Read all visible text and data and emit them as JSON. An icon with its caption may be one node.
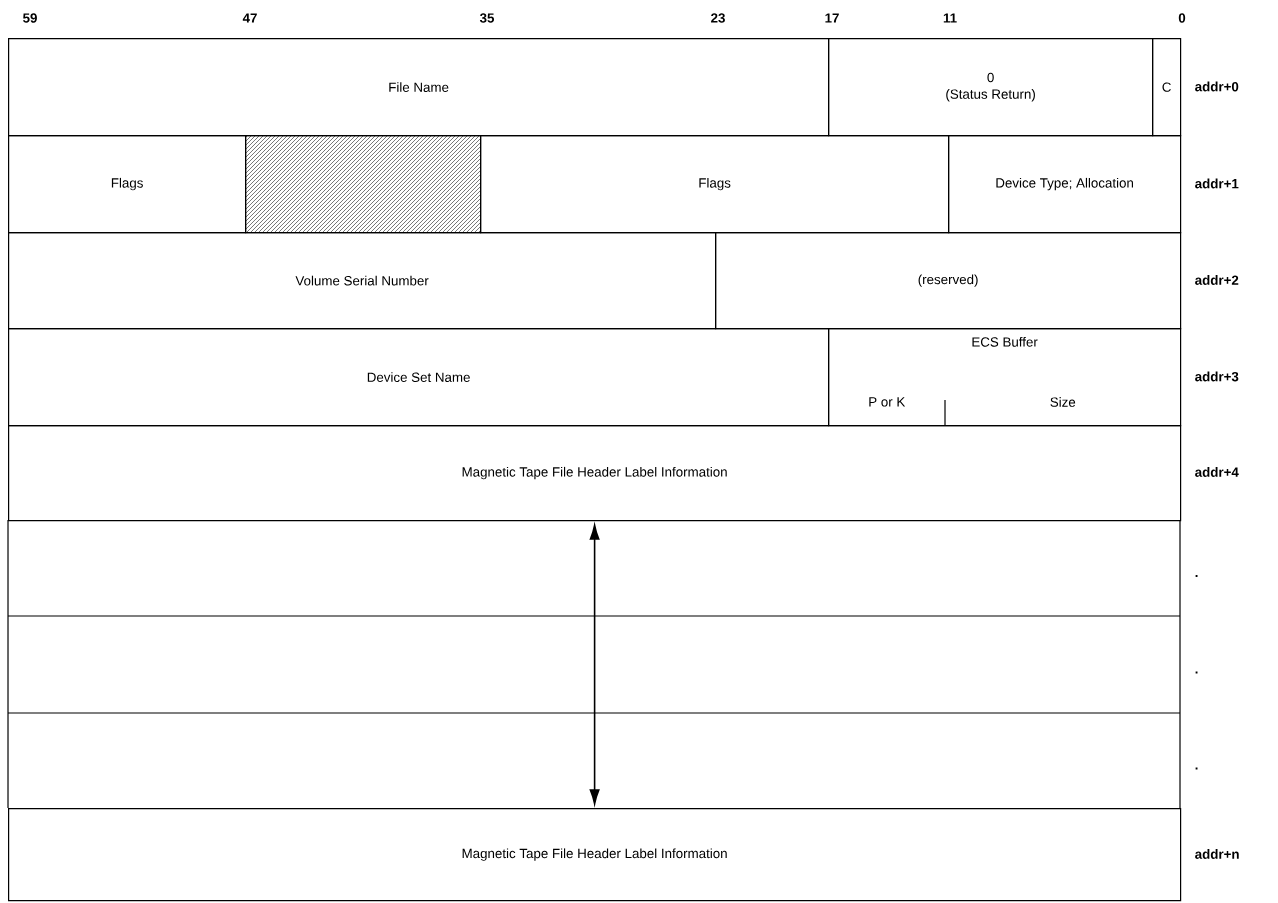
{
  "diagram": {
    "nodes": [
      {
        "text": [
          "File Name"
        ]
      },
      {
        "text": [
          "0",
          "(Status Return)"
        ]
      },
      {
        "text": [
          "C"
        ]
      },
      {
        "text": [
          "Flags"
        ]
      },
      {
        "text": [],
        "shape": "box"
      },
      {
        "text": [
          "Flags"
        ]
      },
      {
        "text": [
          "Device Type; Allocation"
        ]
      },
      {
        "text": [
          "Volume Serial Number"
        ]
      },
      {
        "text": [
          "(reserved)"
        ]
      },
      {
        "text": [
          "Device Set Name"
        ]
      },
      {
        "text": [
          "ECS Buffer"
        ]
      },
      {
        "text": [
          "P or K"
        ],
        "in": 10
      },
      {
        "text": [
          "Size"
        ],
        "in": 10
      },
      {
        "text": [
          "Magnetic Tape File Header Label Information"
        ]
      },
      {
        "text": [
          "Magnetic Tape File Header Label Information"
        ]
      }
    ],
    "edges": [
      {
        "from": 13,
        "to": 14,
        "arrow": "both"
      }
    ],
    "labels": [
      "59",
      "47",
      "35",
      "23",
      "17",
      "11",
      "0",
      "addr+0",
      "addr+1",
      "addr+2",
      "addr+3",
      "addr+4",
      ".",
      ".",
      ".",
      "addr+n"
    ]
  }
}
